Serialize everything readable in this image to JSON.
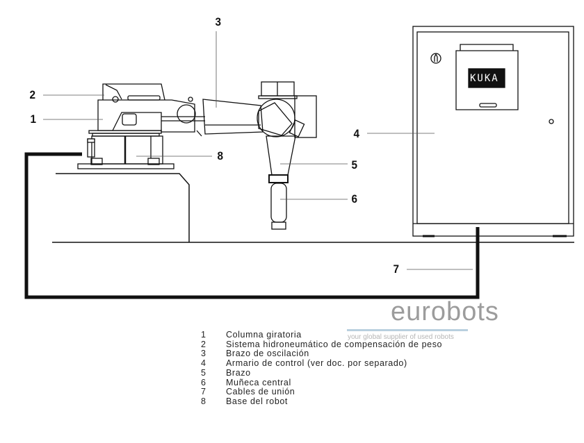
{
  "callouts": [
    "1",
    "2",
    "3",
    "4",
    "5",
    "6",
    "7",
    "8"
  ],
  "legend": [
    {
      "num": "1",
      "text": "Columna giratoria"
    },
    {
      "num": "2",
      "text": "Sistema hidroneumático de compensación de peso"
    },
    {
      "num": "3",
      "text": "Brazo de oscilación"
    },
    {
      "num": "4",
      "text": "Armario de control (ver doc. por separado)"
    },
    {
      "num": "5",
      "text": "Brazo"
    },
    {
      "num": "6",
      "text": "Muñeca central"
    },
    {
      "num": "7",
      "text": "Cables de unión"
    },
    {
      "num": "8",
      "text": "Base del robot"
    }
  ],
  "watermark": {
    "brand": "eurobots",
    "tagline": "your global supplier of used robots"
  },
  "cabinet_logo": "KUKA"
}
